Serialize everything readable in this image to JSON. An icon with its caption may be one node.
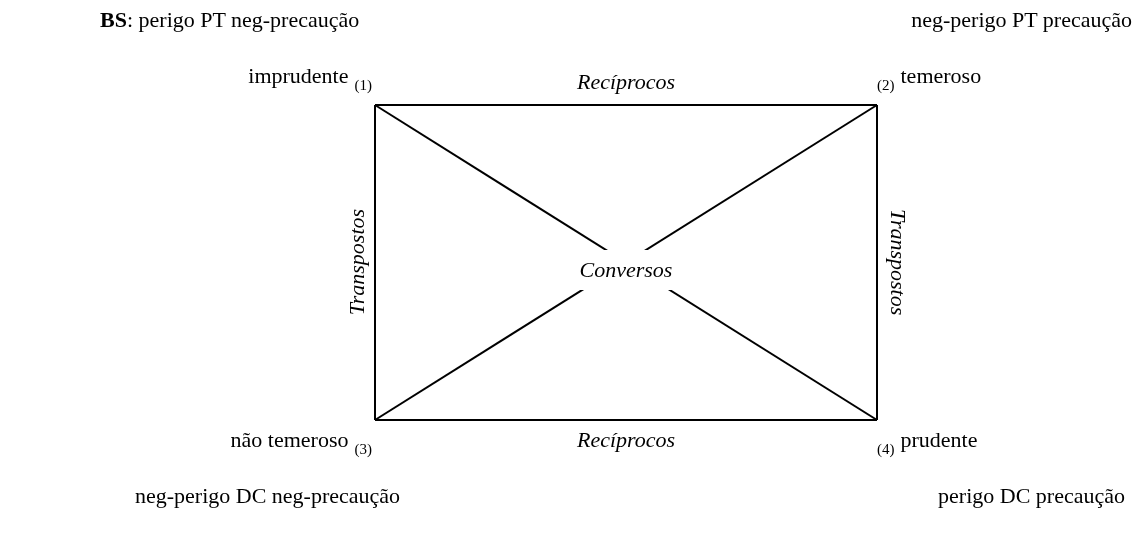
{
  "diagram": {
    "nodes": [
      {
        "text": [
          "imprudente",
          "(1)"
        ],
        "beside": [
          "**BS**: perigo PT neg-precaução"
        ]
      },
      {
        "text": [
          "(2)",
          "temeroso"
        ],
        "beside": [
          "neg-perigo PT precaução"
        ]
      },
      {
        "text": [
          "não temeroso",
          "(3)"
        ],
        "beside": [
          "neg-perigo DC neg-precaução"
        ]
      },
      {
        "text": [
          "(4)",
          "prudente"
        ],
        "beside": [
          "perigo DC precaução"
        ]
      }
    ],
    "edges": [
      {
        "from": 0,
        "to": 1,
        "arrow": "none",
        "label": "Recíprocos"
      },
      {
        "from": 0,
        "to": 2,
        "arrow": "none",
        "label": "Transpostos"
      },
      {
        "from": 1,
        "to": 3,
        "arrow": "none",
        "label": "Transpostos"
      },
      {
        "from": 0,
        "to": 3,
        "arrow": "none"
      },
      {
        "from": 1,
        "to": 2,
        "arrow": "none"
      },
      {
        "from": 2,
        "to": 3,
        "arrow": "none",
        "label": "Recíprocos"
      }
    ],
    "labels": [
      "Conversos"
    ]
  }
}
